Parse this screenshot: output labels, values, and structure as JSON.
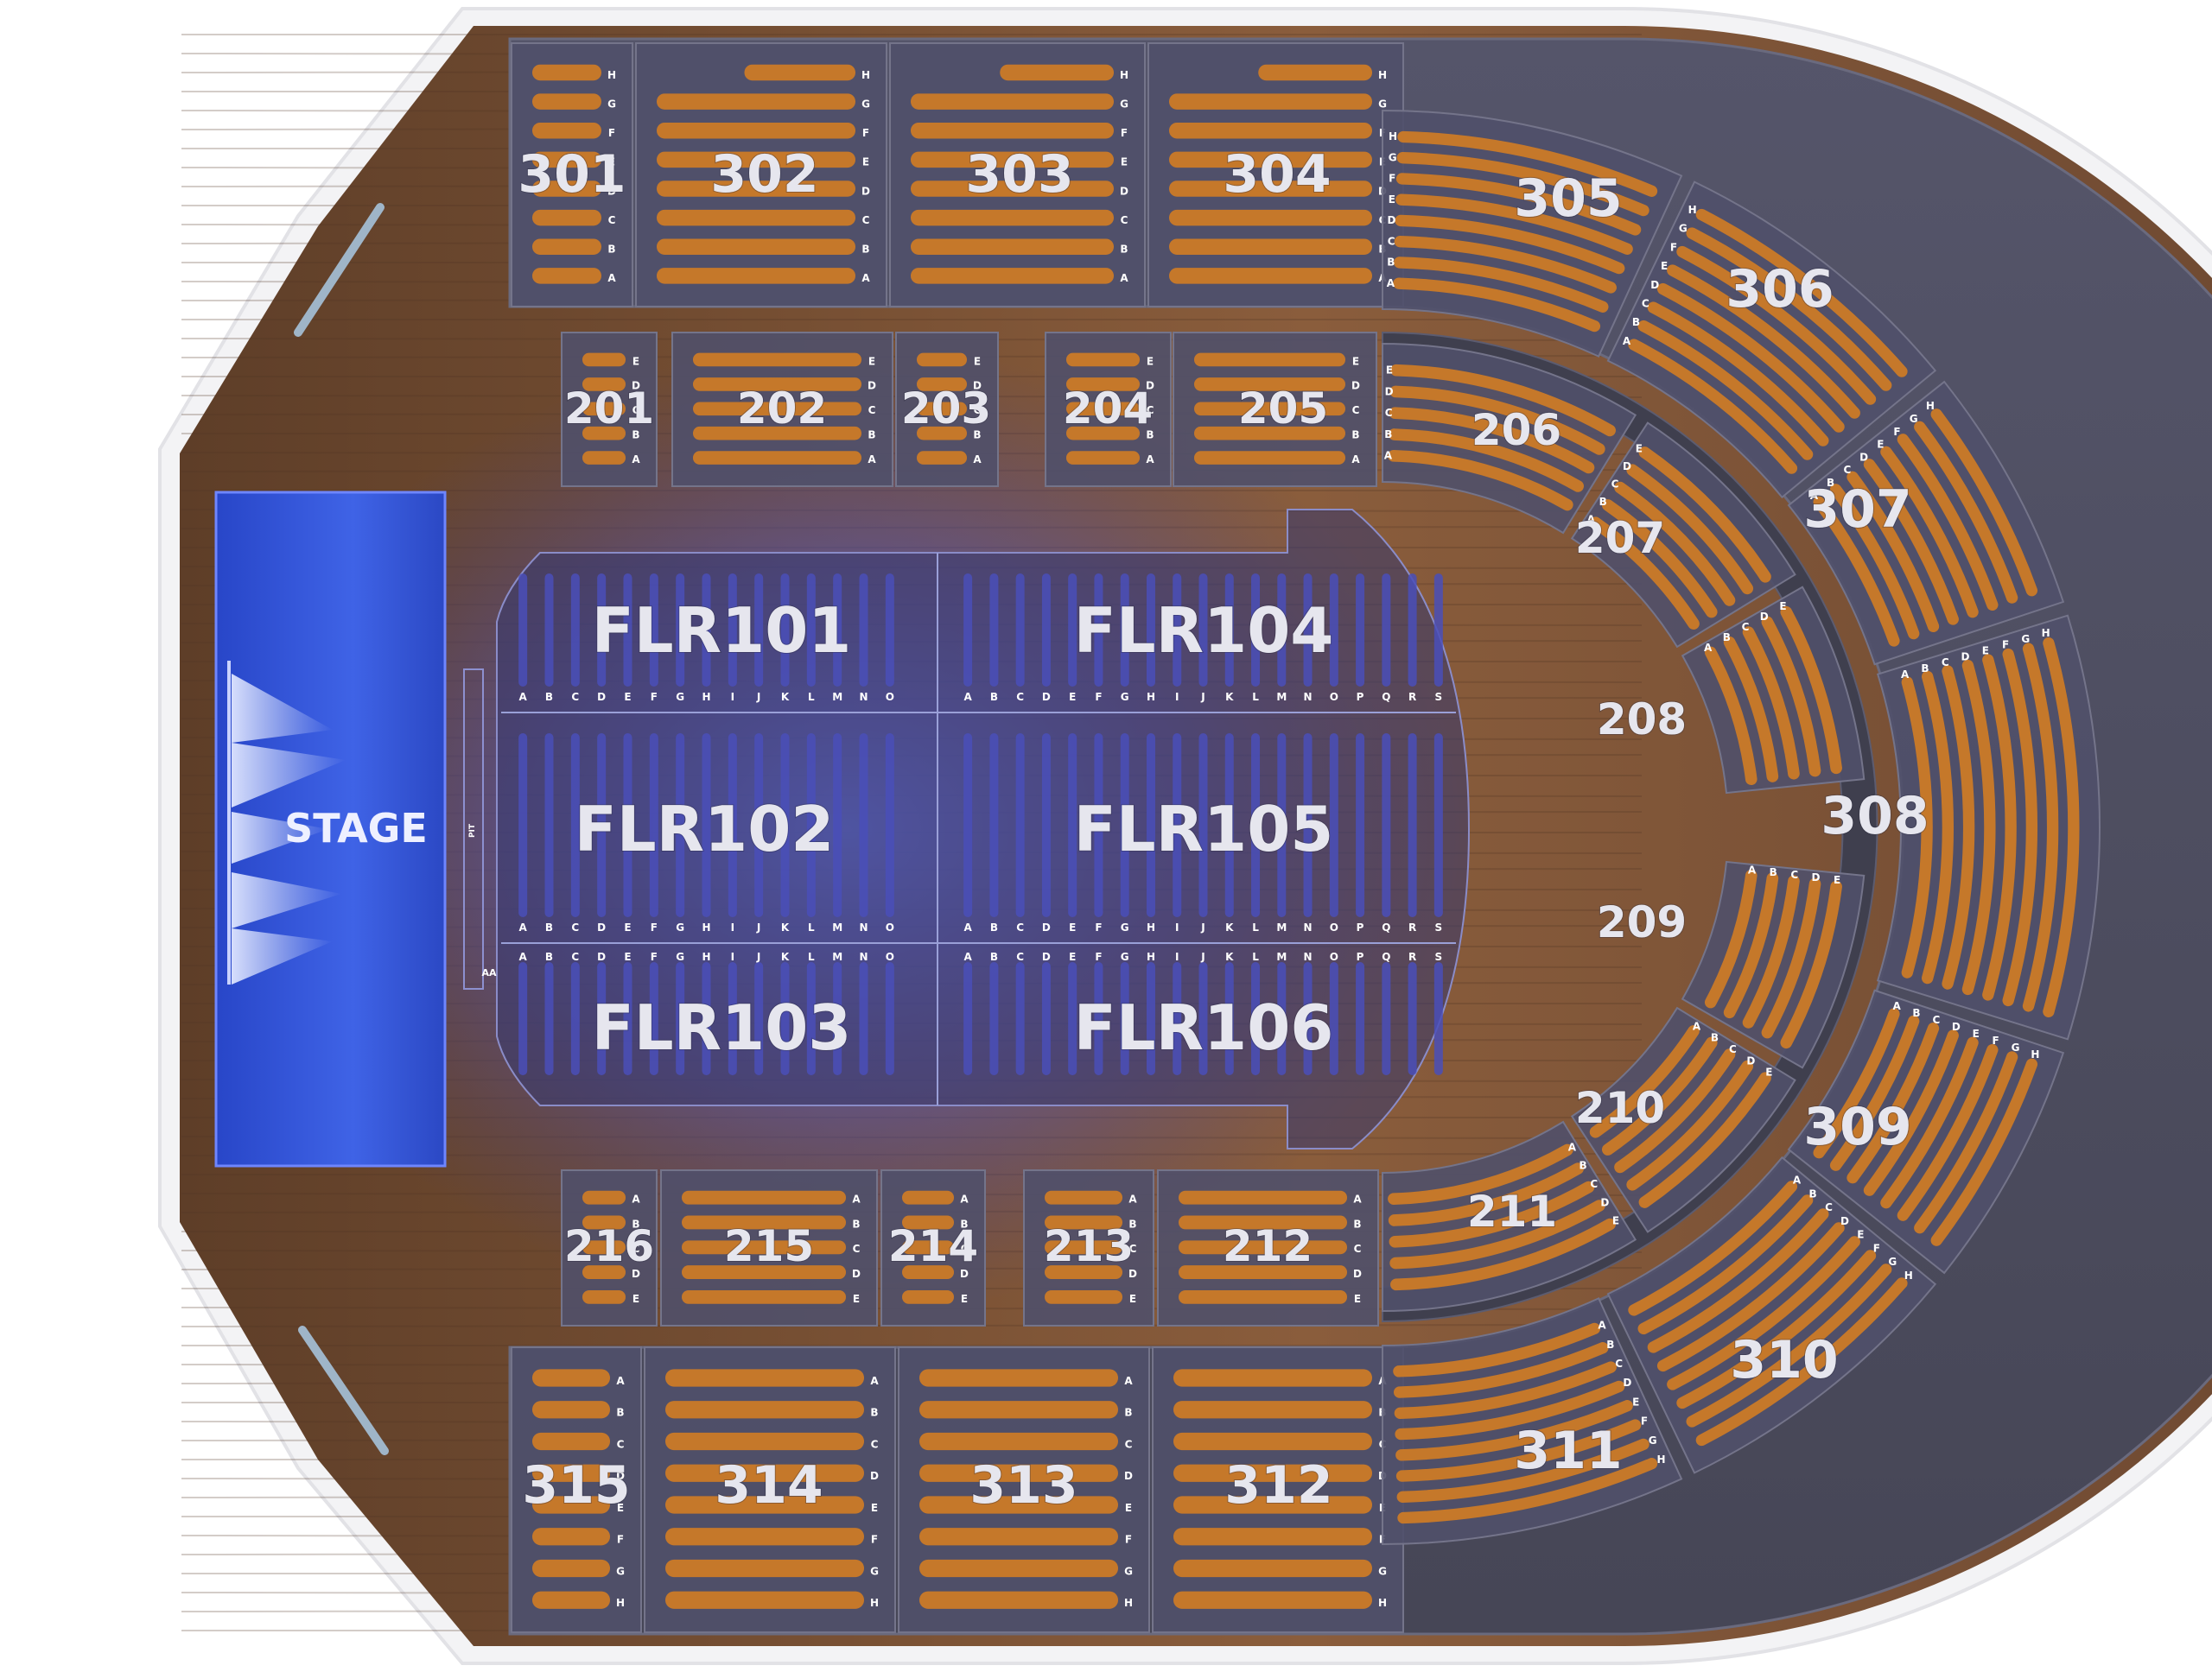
{
  "venue": {
    "stage_label": "STAGE",
    "pit_label": "PIT",
    "aa_label": "AA"
  },
  "colors": {
    "background": "#ffffff",
    "outer_shell": "#6a4a33",
    "wood_floor": "#7a5236",
    "seat_deck": "#4a4a58",
    "seat_orange": "#c5782a",
    "floor_seat": "#3c3f8a",
    "stage": "#2f4fd8",
    "glow": "#5a6cff"
  },
  "floor_letters_short": [
    "A",
    "B",
    "C",
    "D",
    "E",
    "F",
    "G",
    "H",
    "I",
    "J",
    "K",
    "L",
    "M",
    "N",
    "O"
  ],
  "floor_letters_long": [
    "A",
    "B",
    "C",
    "D",
    "E",
    "F",
    "G",
    "H",
    "I",
    "J",
    "K",
    "L",
    "M",
    "N",
    "O",
    "P",
    "Q",
    "R",
    "S"
  ],
  "rows_AH": [
    "A",
    "B",
    "C",
    "D",
    "E",
    "F",
    "G",
    "H"
  ],
  "rows_AE": [
    "A",
    "B",
    "C",
    "D",
    "E"
  ],
  "sections": {
    "flr101": "FLR101",
    "flr102": "FLR102",
    "flr103": "FLR103",
    "flr104": "FLR104",
    "flr105": "FLR105",
    "flr106": "FLR106",
    "s201": "201",
    "s202": "202",
    "s203": "203",
    "s204": "204",
    "s205": "205",
    "s206": "206",
    "s207": "207",
    "s208": "208",
    "s209": "209",
    "s210": "210",
    "s211": "211",
    "s212": "212",
    "s213": "213",
    "s214": "214",
    "s215": "215",
    "s216": "216",
    "s301": "301",
    "s302": "302",
    "s303": "303",
    "s304": "304",
    "s305": "305",
    "s306": "306",
    "s307": "307",
    "s308": "308",
    "s309": "309",
    "s310": "310",
    "s311": "311",
    "s312": "312",
    "s313": "313",
    "s314": "314",
    "s315": "315"
  }
}
